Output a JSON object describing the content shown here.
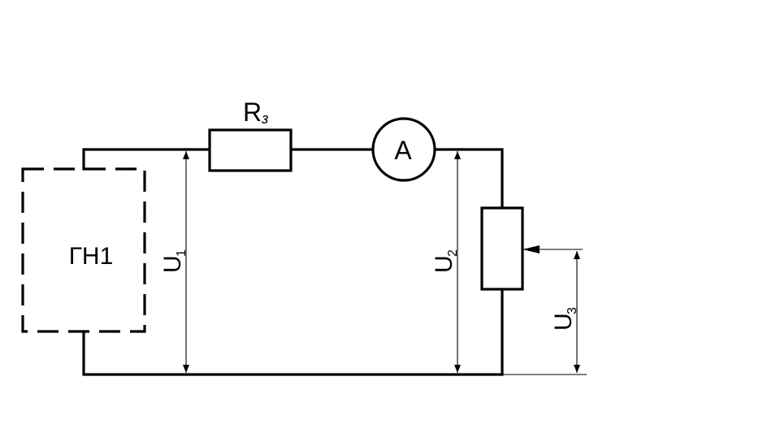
{
  "diagram": {
    "generator": {
      "label": "ГН1"
    },
    "resistor": {
      "symbol": "R",
      "subscript": "з"
    },
    "ammeter": {
      "label": "A"
    },
    "voltages": [
      {
        "symbol": "U",
        "subscript": "1"
      },
      {
        "symbol": "U",
        "subscript": "2"
      },
      {
        "symbol": "U",
        "subscript": "3"
      }
    ]
  }
}
